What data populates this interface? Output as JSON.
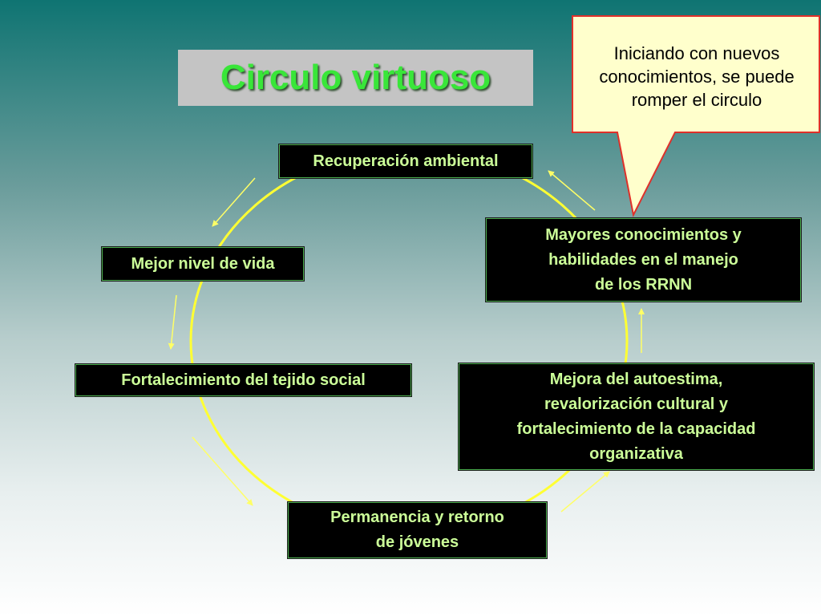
{
  "title": "Circulo virtuoso",
  "callout": "Iniciando con nuevos conocimientos, se puede romper el circulo",
  "nodes": {
    "recuperacion": "Recuperación ambiental",
    "mayores": "Mayores conocimientos y\n    habilidades en el manejo\n   de los RRNN",
    "mejora": "Mejora del autoestima,\nrevalorización  cultural y\nfortalecimiento de la capacidad\norganizativa",
    "permanencia": "Permanencia y retorno\n    de jóvenes",
    "fortalecimiento": "Fortalecimiento del tejido social",
    "mejor_nivel": "Mejor nivel de vida"
  },
  "colors": {
    "circle": "#ffff33",
    "arrow": "#ffff66",
    "node_text": "#ccff99",
    "node_border": "#4caf50",
    "title_text": "#39e639",
    "title_bg": "#c4c4c4",
    "callout_fill": "#ffffcc",
    "callout_border": "#e0302a"
  }
}
